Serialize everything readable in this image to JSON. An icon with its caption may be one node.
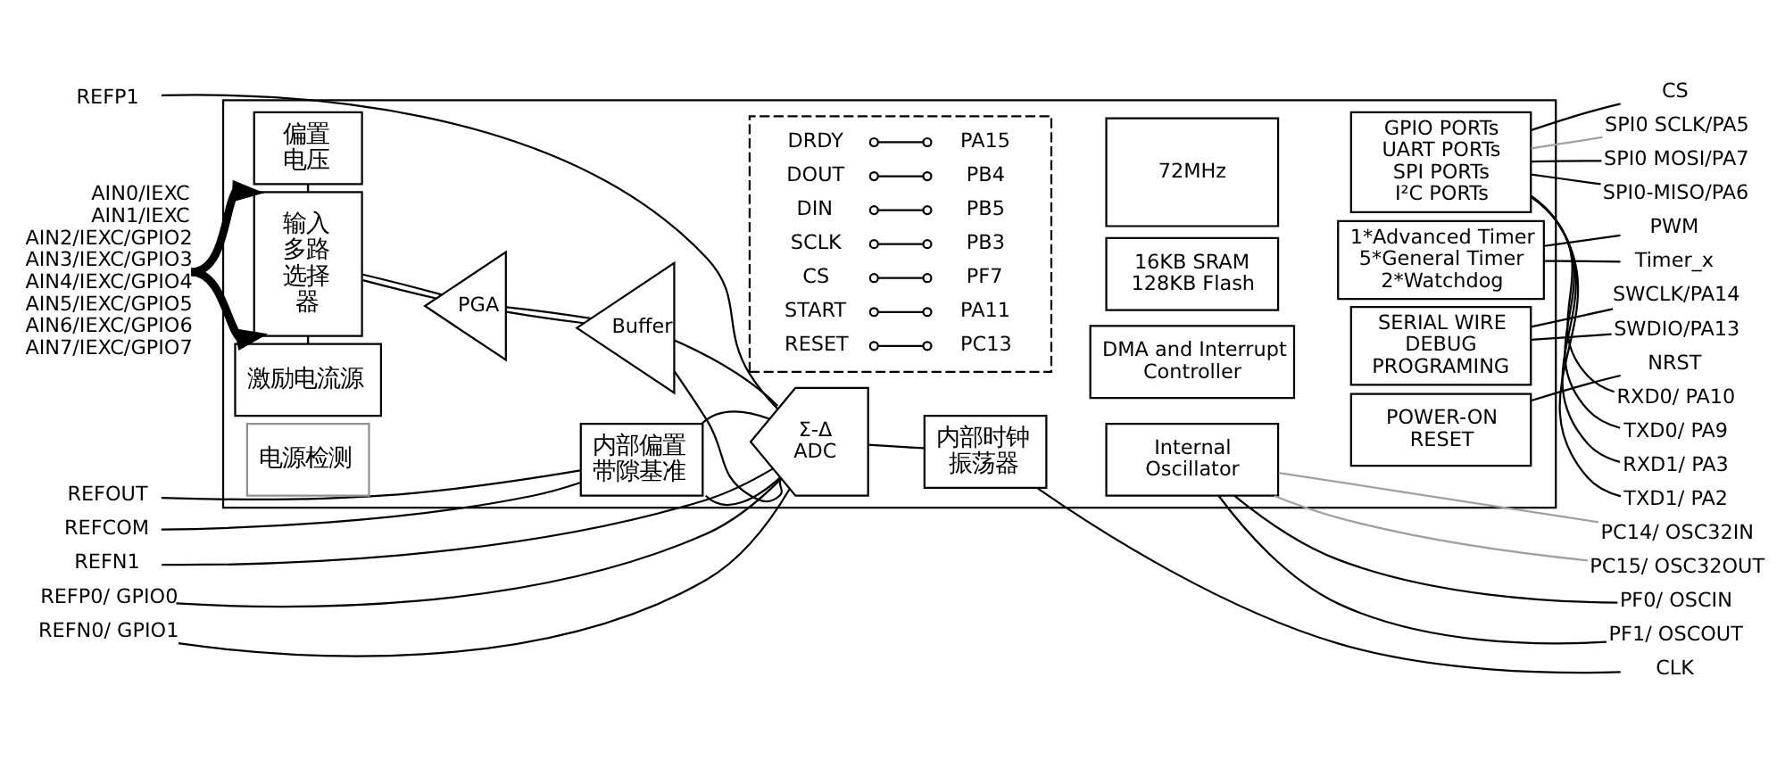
{
  "diagram": {
    "nodes": [
      {
        "text": [],
        "shape": "box"
      },
      {
        "text": [
          "REFP1"
        ]
      },
      {
        "text": [
          "REFN1"
        ]
      },
      {
        "text": [
          "REFP0/ GPIO0"
        ]
      },
      {
        "text": [
          "REFN0/ GPIO1"
        ]
      },
      {
        "text": [
          "REFOUT"
        ]
      },
      {
        "text": [
          "REFCOM"
        ]
      },
      {
        "text": [
          "RXD0/ PA10"
        ]
      },
      {
        "text": [
          "TXD0/ PA9"
        ]
      },
      {
        "text": [
          "RXD1/ PA3"
        ]
      },
      {
        "text": [
          "TXD1/ PA2"
        ]
      },
      {
        "text": [
          "内部偏置带隙基准"
        ],
        "in": 0
      },
      {
        "text": [
          "72MHz"
        ],
        "in": 0
      },
      {
        "text": [
          "GPIO PORTs",
          "UART PORTs",
          "SPI PORTs",
          "I²C PORTs"
        ],
        "in": 0
      },
      {
        "text": [
          "偏置电压"
        ],
        "in": 0
      },
      {
        "text": [],
        "shape": "box",
        "in": 0
      },
      {
        "text": [
          "DRDY"
        ],
        "in": 15
      },
      {
        "text": [
          "PA15"
        ],
        "in": 15
      },
      {
        "text": [
          "DOUT"
        ],
        "in": 15
      },
      {
        "text": [
          "PB4"
        ],
        "in": 15
      },
      {
        "text": [
          "DIN"
        ],
        "in": 15
      },
      {
        "text": [
          "PB5"
        ],
        "in": 15
      },
      {
        "text": [
          "SCLK"
        ],
        "in": 15
      },
      {
        "text": [
          "PB3"
        ],
        "in": 15
      },
      {
        "text": [
          "CS"
        ],
        "in": 15
      },
      {
        "text": [
          "PF7"
        ],
        "in": 15
      },
      {
        "text": [
          "START"
        ],
        "in": 15
      },
      {
        "text": [
          "PA11"
        ],
        "in": 15
      },
      {
        "text": [
          "RESET"
        ],
        "in": 15
      },
      {
        "text": [
          "PC13"
        ],
        "in": 15
      },
      {
        "text": [
          "AIN0/IEXC",
          "AIN1/IEXC",
          "AIN2/IEXC/GPIO2",
          "AIN3/IEXC/GPIO3",
          "AIN4/IEXC/GPIO4",
          "AIN5/IEXC/GPIO5",
          "AIN6/IEXC/GPIO6",
          "AIN7/IEXC/GPIO7"
        ]
      },
      {
        "text": [
          "输入多路选择器"
        ],
        "in": 0
      },
      {
        "text": [
          "PGA"
        ],
        "in": 0
      },
      {
        "text": [
          "Buffer"
        ],
        "in": 0
      },
      {
        "text": [
          "Σ-Δ ADC"
        ],
        "in": 0
      },
      {
        "text": [
          "16KB SRAM",
          "128KB Flash"
        ],
        "in": 0
      },
      {
        "text": [
          "1*Advanced Timer",
          "5*General Timer",
          "2*Watchdog"
        ],
        "in": 0
      },
      {
        "text": [
          "DMA and Interrupt Controller"
        ],
        "in": 0
      },
      {
        "text": [
          "SERIAL WIRE DEBUG PROGRAMING"
        ],
        "in": 0
      },
      {
        "text": [
          "Internal Oscillator"
        ],
        "in": 0
      },
      {
        "text": [
          "POWER-ON RESET"
        ],
        "in": 0
      },
      {
        "text": [
          "激励电流源"
        ],
        "in": 0
      },
      {
        "text": [
          "电源检测"
        ],
        "in": 0
      },
      {
        "text": [
          "内部时钟振荡器"
        ],
        "in": 0
      },
      {
        "text": [
          "CS"
        ]
      },
      {
        "text": [
          "SPI0 SCLK/PA5"
        ]
      },
      {
        "text": [
          "SPI0 MOSI/PA7"
        ]
      },
      {
        "text": [
          "SPI0-MISO/PA6"
        ]
      },
      {
        "text": [
          "PWM"
        ]
      },
      {
        "text": [
          "Timer_x"
        ]
      },
      {
        "text": [
          "SWCLK/PA14"
        ]
      },
      {
        "text": [
          "SWDIO/PA13"
        ]
      },
      {
        "text": [
          "NRST"
        ]
      },
      {
        "text": [
          "CLK"
        ]
      },
      {
        "text": [
          "PF0/ OSCIN"
        ]
      },
      {
        "text": [
          "PF1/ OSCOUT"
        ]
      },
      {
        "text": [
          "PC14/ OSC32IN"
        ]
      },
      {
        "text": [
          "PC15/ OSC32OUT"
        ]
      }
    ],
    "edges": [
      {
        "from": 1,
        "to": 34,
        "arrow": "none"
      },
      {
        "from": 2,
        "to": 34,
        "arrow": "none"
      },
      {
        "from": 3,
        "to": 34,
        "arrow": "none"
      },
      {
        "from": 4,
        "to": 34,
        "arrow": "none"
      },
      {
        "from": 5,
        "to": 11,
        "arrow": "none"
      },
      {
        "from": 6,
        "to": 11,
        "arrow": "none"
      },
      {
        "from": 11,
        "to": 34,
        "arrow": "none"
      },
      {
        "from": 11,
        "to": 34,
        "arrow": "none"
      },
      {
        "from": 7,
        "to": 13,
        "arrow": "none"
      },
      {
        "from": 8,
        "to": 13,
        "arrow": "none"
      },
      {
        "from": 9,
        "to": 13,
        "arrow": "none"
      },
      {
        "from": 10,
        "to": 13,
        "arrow": "none"
      },
      {
        "from": 31,
        "to": 14,
        "arrow": "none"
      },
      {
        "from": 30,
        "to": 31,
        "arrow": "to",
        "style": "thick"
      },
      {
        "from": 30,
        "to": 31,
        "arrow": "to",
        "style": "thick"
      },
      {
        "from": 31,
        "to": 32,
        "arrow": "none"
      },
      {
        "from": 31,
        "to": 32,
        "arrow": "none"
      },
      {
        "from": 32,
        "to": 33,
        "arrow": "none"
      },
      {
        "from": 32,
        "to": 33,
        "arrow": "none"
      },
      {
        "from": 33,
        "to": 34,
        "arrow": "none"
      },
      {
        "from": 33,
        "to": 34,
        "arrow": "none"
      },
      {
        "from": 41,
        "to": 31,
        "arrow": "none"
      },
      {
        "from": 34,
        "to": 43,
        "arrow": "none"
      },
      {
        "from": 43,
        "to": 53,
        "arrow": "none"
      },
      {
        "from": 16,
        "to": 17,
        "arrow": "other"
      },
      {
        "from": 18,
        "to": 19,
        "arrow": "other"
      },
      {
        "from": 20,
        "to": 21,
        "arrow": "other"
      },
      {
        "from": 22,
        "to": 23,
        "arrow": "other"
      },
      {
        "from": 24,
        "to": 25,
        "arrow": "other"
      },
      {
        "from": 26,
        "to": 27,
        "arrow": "other"
      },
      {
        "from": 28,
        "to": 29,
        "arrow": "other"
      },
      {
        "from": 13,
        "to": 44,
        "arrow": "none"
      },
      {
        "from": 13,
        "to": 45,
        "arrow": "none",
        "color": "#a0a0a0"
      },
      {
        "from": 13,
        "to": 46,
        "arrow": "none"
      },
      {
        "from": 13,
        "to": 47,
        "arrow": "none"
      },
      {
        "from": 36,
        "to": 48,
        "arrow": "none"
      },
      {
        "from": 36,
        "to": 49,
        "arrow": "none"
      },
      {
        "from": 38,
        "to": 50,
        "arrow": "none"
      },
      {
        "from": 38,
        "to": 51,
        "arrow": "none"
      },
      {
        "from": 40,
        "to": 52,
        "arrow": "none"
      },
      {
        "from": 39,
        "to": 54,
        "arrow": "none"
      },
      {
        "from": 39,
        "to": 55,
        "arrow": "none"
      },
      {
        "from": 39,
        "to": 56,
        "arrow": "none",
        "color": "#a0a0a0"
      },
      {
        "from": 39,
        "to": 57,
        "arrow": "none",
        "color": "#a0a0a0"
      }
    ]
  }
}
